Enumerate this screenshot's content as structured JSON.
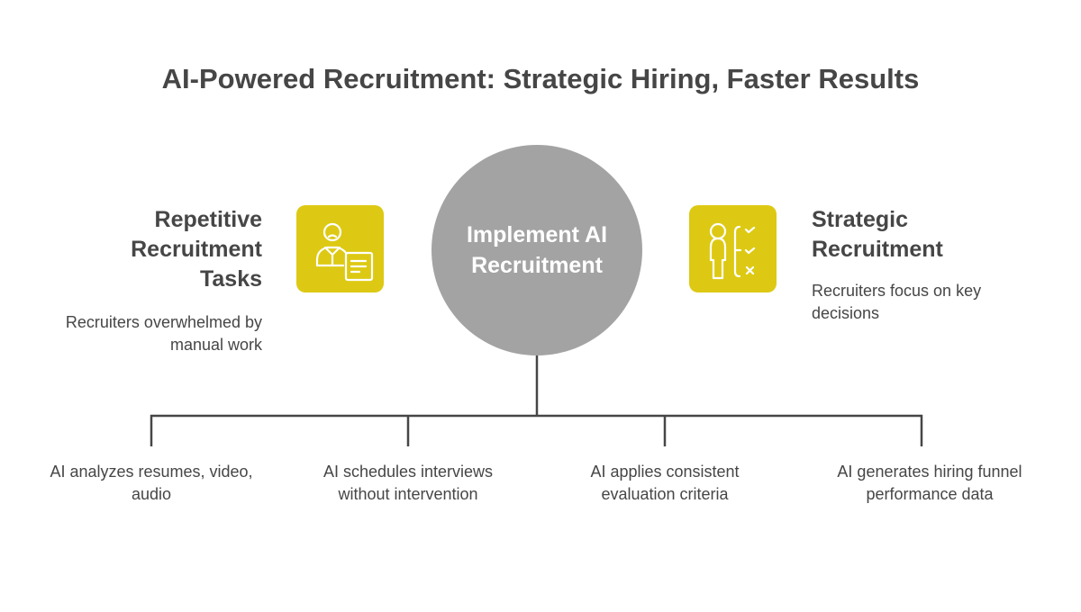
{
  "title": "AI-Powered Recruitment: Strategic Hiring, Faster Results",
  "center": {
    "label": "Implement AI Recruitment"
  },
  "left": {
    "heading": "Repetitive Recruitment Tasks",
    "description": "Recruiters overwhelmed by manual work",
    "icon": "recruiter-document-icon"
  },
  "right": {
    "heading": "Strategic Recruitment",
    "description": "Recruiters focus on key decisions",
    "icon": "person-checklist-icon"
  },
  "outcomes": [
    "AI analyzes resumes, video, audio",
    "AI schedules interviews without intervention",
    "AI applies consistent evaluation criteria",
    "AI generates hiring funnel performance data"
  ],
  "colors": {
    "accent": "#ddc913",
    "circle": "#a3a3a3",
    "text": "#464646"
  }
}
